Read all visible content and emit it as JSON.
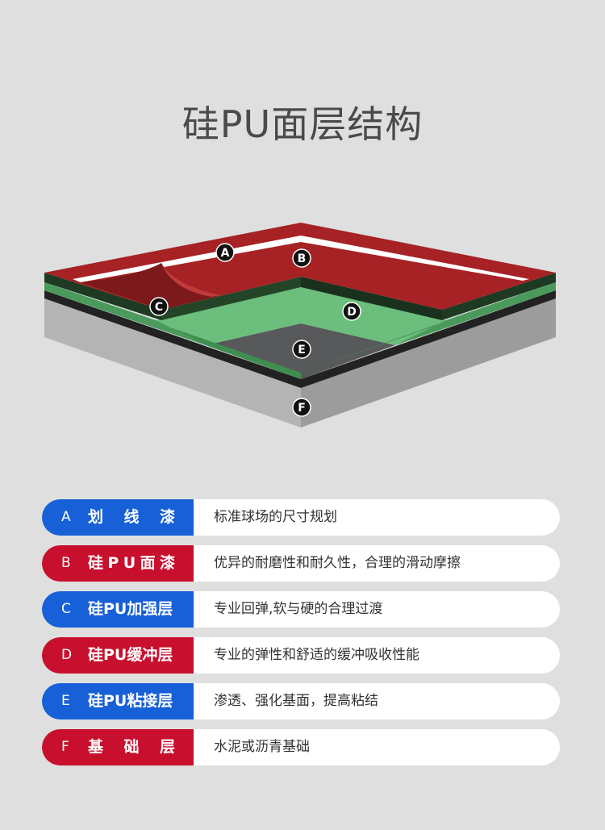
{
  "title": "硅PU面层结构",
  "diagram": {
    "markers": [
      "A",
      "B",
      "C",
      "D",
      "E",
      "F"
    ],
    "colors": {
      "red_surface": "#a62224",
      "white_line": "#ffffff",
      "dark_green": "#1f3a22",
      "mid_green": "#3f8e51",
      "light_green": "#6bbe7c",
      "dark_gray": "#58595b",
      "light_gray": "#a6a6a6",
      "black_edge": "#222222"
    }
  },
  "legend": [
    {
      "letter": "A",
      "name": "划线漆",
      "desc": "标准球场的尺寸规划",
      "color": "#1760d7"
    },
    {
      "letter": "B",
      "name": "硅PU面漆",
      "desc": "优异的耐磨性和耐久性，合理的滑动摩擦",
      "color": "#c8102e"
    },
    {
      "letter": "C",
      "name": "硅PU加强层",
      "desc": "专业回弹,软与硬的合理过渡",
      "color": "#1760d7"
    },
    {
      "letter": "D",
      "name": "硅PU缓冲层",
      "desc": "专业的弹性和舒适的缓冲吸收性能",
      "color": "#c8102e"
    },
    {
      "letter": "E",
      "name": "硅PU粘接层",
      "desc": "渗透、强化基面，提高粘结",
      "color": "#1760d7"
    },
    {
      "letter": "F",
      "name": "基础层",
      "desc": "水泥或沥青基础",
      "color": "#c8102e"
    }
  ]
}
